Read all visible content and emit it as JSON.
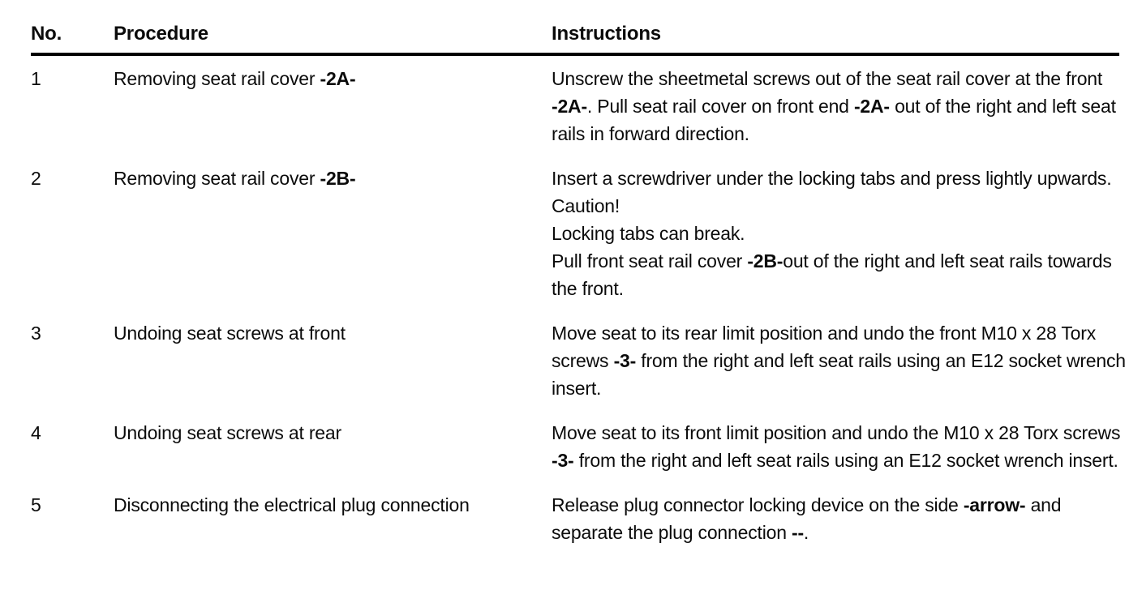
{
  "page": {
    "background": "#ffffff",
    "text_color": "#0b0b0b",
    "rule_color": "#000000"
  },
  "table": {
    "headers": [
      "No.",
      "Procedure",
      "Instructions"
    ],
    "rows": [
      {
        "no": "1",
        "procedure": [
          {
            "t": "Removing seat rail cover ",
            "b": false
          },
          {
            "t": "-2A-",
            "b": true
          }
        ],
        "instructions": [
          [
            {
              "t": "Unscrew the sheetmetal screws out of the seat rail cover at the front ",
              "b": false
            },
            {
              "t": "-2A-",
              "b": true
            },
            {
              "t": ". Pull seat rail cover on front end ",
              "b": false
            },
            {
              "t": "-2A-",
              "b": true
            },
            {
              "t": " out of the right and left seat rails in forward direction.",
              "b": false
            }
          ]
        ]
      },
      {
        "no": "2",
        "procedure": [
          {
            "t": "Removing seat rail cover ",
            "b": false
          },
          {
            "t": "-2B-",
            "b": true
          }
        ],
        "instructions": [
          [
            {
              "t": "Insert a screwdriver under the locking tabs and press lightly upwards.",
              "b": false
            }
          ],
          [
            {
              "t": "Caution!",
              "b": false
            }
          ],
          [
            {
              "t": "Locking tabs can break.",
              "b": false
            }
          ],
          [
            {
              "t": "Pull front seat rail cover ",
              "b": false
            },
            {
              "t": "-2B-",
              "b": true
            },
            {
              "t": "out of the right and left seat rails towards the front.",
              "b": false
            }
          ]
        ]
      },
      {
        "no": "3",
        "procedure": [
          {
            "t": "Undoing seat screws at front",
            "b": false
          }
        ],
        "instructions": [
          [
            {
              "t": "Move seat to its rear limit position and undo the front M10 x 28 Torx screws ",
              "b": false
            },
            {
              "t": "-3-",
              "b": true
            },
            {
              "t": " from the right and left seat rails using an E12 socket wrench insert.",
              "b": false
            }
          ]
        ]
      },
      {
        "no": "4",
        "procedure": [
          {
            "t": "Undoing seat screws at rear",
            "b": false
          }
        ],
        "instructions": [
          [
            {
              "t": "Move seat to its front limit position and undo the M10 x 28 Torx screws ",
              "b": false
            },
            {
              "t": "-3-",
              "b": true
            },
            {
              "t": " from the right and left seat rails using an E12 socket wrench insert.",
              "b": false
            }
          ]
        ]
      },
      {
        "no": "5",
        "procedure": [
          {
            "t": "Disconnecting the electrical plug connection",
            "b": false
          }
        ],
        "instructions": [
          [
            {
              "t": "Release plug connector locking device on the side ",
              "b": false
            },
            {
              "t": "-arrow-",
              "b": true
            },
            {
              "t": " and separate the plug connection ",
              "b": false
            },
            {
              "t": "--",
              "b": true
            },
            {
              "t": ".",
              "b": false
            }
          ]
        ]
      }
    ]
  }
}
